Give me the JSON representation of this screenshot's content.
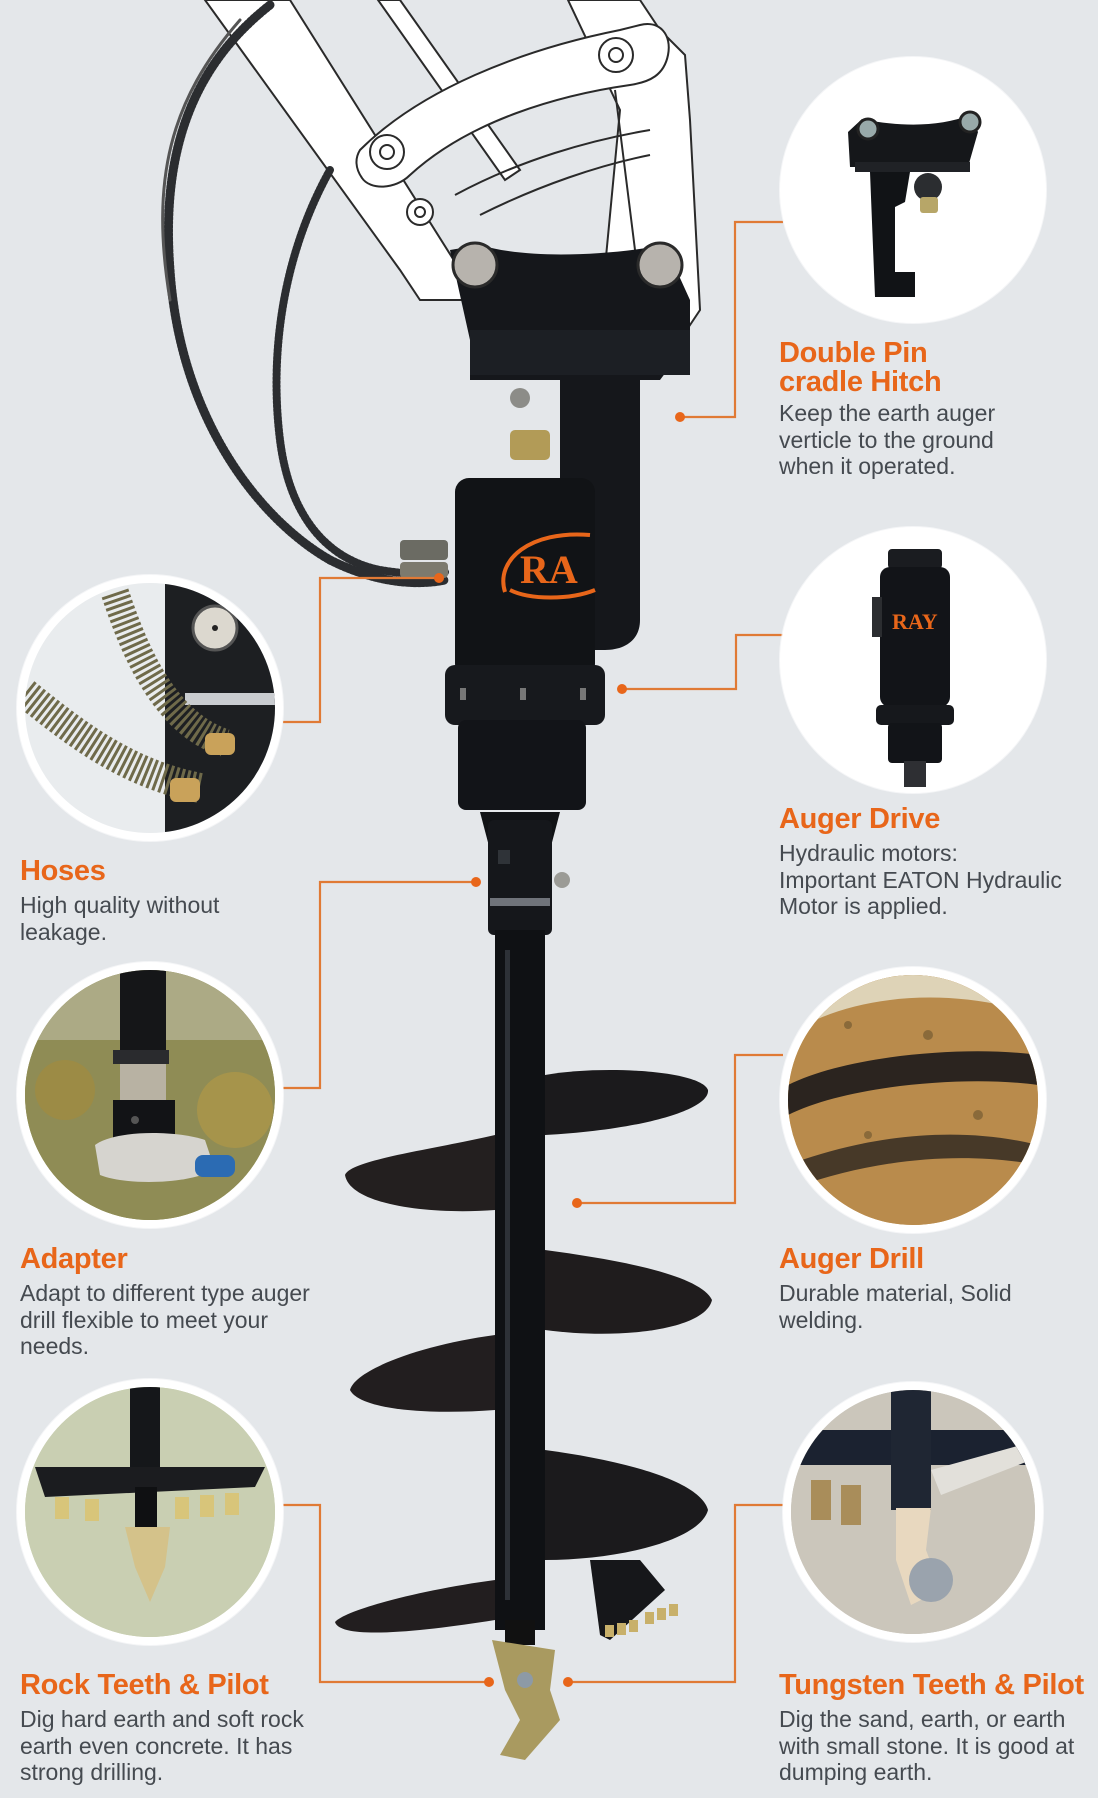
{
  "colors": {
    "background": "#e4e7ea",
    "accent": "#e8661a",
    "body_text": "#454a50",
    "machine": "#14161a"
  },
  "product": {
    "brand_logo_text": "RA",
    "icon": "earth-auger-illustration"
  },
  "features": [
    {
      "id": "double-pin-cradle-hitch",
      "side": "right",
      "title_line1": "Double Pin",
      "title_line2": "cradle Hitch",
      "description_lines": [
        "Keep the earth auger",
        "verticle  to the ground",
        "when it operated."
      ],
      "image_icon": "hitch-bracket-photo"
    },
    {
      "id": "hoses",
      "side": "left",
      "title": "Hoses",
      "description_lines": [
        "High quality without",
        "leakage."
      ],
      "image_icon": "hydraulic-hoses-photo"
    },
    {
      "id": "auger-drive",
      "side": "right",
      "title": "Auger Drive",
      "description_lines": [
        "Hydraulic motors:",
        "Important EATON Hydraulic",
        "Motor is applied."
      ],
      "image_icon": "auger-drive-motor-photo",
      "image_logo_text": "RAY"
    },
    {
      "id": "adapter",
      "side": "left",
      "title": "Adapter",
      "description_lines": [
        "Adapt to different type auger",
        "drill flexible to meet your",
        "needs."
      ],
      "image_icon": "adapter-in-hand-photo"
    },
    {
      "id": "auger-drill",
      "side": "right",
      "title": "Auger Drill",
      "description_lines": [
        "Durable material, Solid",
        "welding."
      ],
      "image_icon": "auger-drill-in-soil-photo"
    },
    {
      "id": "rock-teeth-pilot",
      "side": "left",
      "title": "Rock Teeth & Pilot",
      "description_lines": [
        "Dig hard earth and soft rock",
        "earth even concrete. It has",
        "strong drilling."
      ],
      "image_icon": "rock-teeth-photo"
    },
    {
      "id": "tungsten-teeth-pilot",
      "side": "right",
      "title": "Tungsten Teeth & Pilot",
      "description_lines": [
        "Dig the sand, earth, or earth",
        "with small stone. It is good at",
        "dumping earth."
      ],
      "image_icon": "tungsten-teeth-photo"
    }
  ]
}
